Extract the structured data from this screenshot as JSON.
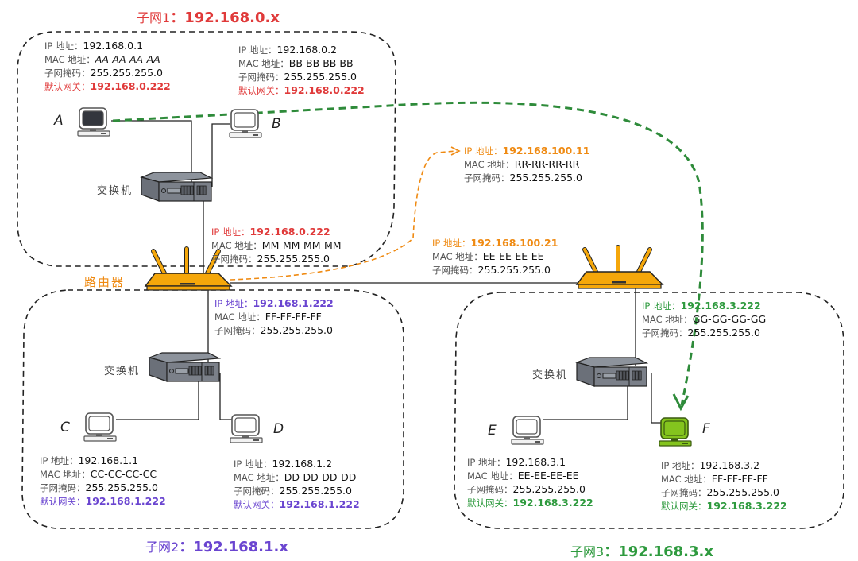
{
  "subnets": [
    {
      "name": "子网1",
      "range": "192.168.0.x",
      "color": "#e03a3a"
    },
    {
      "name": "子网2",
      "range": "192.168.1.x",
      "color": "#6a45d0"
    },
    {
      "name": "子网3",
      "range": "192.168.3.x",
      "color": "#2e9a3e"
    }
  ],
  "labels": {
    "ip": "IP 地址：",
    "mac": "MAC 地址：",
    "mask": "子网掩码：",
    "gateway": "默认网关：",
    "switch": "交换机",
    "router": "路由器"
  },
  "hosts": {
    "A": {
      "label": "A",
      "ip": "192.168.0.1",
      "mac": "AA-AA-AA-AA",
      "mask": "255.255.255.0",
      "gateway": "192.168.0.222"
    },
    "B": {
      "label": "B",
      "ip": "192.168.0.2",
      "mac": "BB-BB-BB-BB",
      "mask": "255.255.255.0",
      "gateway": "192.168.0.222"
    },
    "C": {
      "label": "C",
      "ip": "192.168.1.1",
      "mac": "CC-CC-CC-CC",
      "mask": "255.255.255.0",
      "gateway": "192.168.1.222"
    },
    "D": {
      "label": "D",
      "ip": "192.168.1.2",
      "mac": "DD-DD-DD-DD",
      "mask": "255.255.255.0",
      "gateway": "192.168.1.222"
    },
    "E": {
      "label": "E",
      "ip": "192.168.3.1",
      "mac": "EE-EE-EE-EE",
      "mask": "255.255.255.0",
      "gateway": "192.168.3.222"
    },
    "F": {
      "label": "F",
      "ip": "192.168.3.2",
      "mac": "FF-FF-FF-FF",
      "mask": "255.255.255.0",
      "gateway": "192.168.3.222"
    }
  },
  "router1": {
    "if_subnet1": {
      "ip": "192.168.0.222",
      "mac": "MM-MM-MM-MM",
      "mask": "255.255.255.0"
    },
    "if_subnet2": {
      "ip": "192.168.1.222",
      "mac": "FF-FF-FF-FF",
      "mask": "255.255.255.0"
    },
    "if_wan": {
      "ip": "192.168.100.11",
      "mac": "RR-RR-RR-RR",
      "mask": "255.255.255.0"
    }
  },
  "router2": {
    "if_wan": {
      "ip": "192.168.100.21",
      "mac": "EE-EE-EE-EE",
      "mask": "255.255.255.0"
    },
    "if_subnet3": {
      "ip": "192.168.3.222",
      "mac": "GG-GG-GG-GG",
      "mask": "255.255.255.0"
    }
  },
  "colors": {
    "router": "#f5a70a",
    "switch": "#6b7079",
    "path_arrow": "#2e8b3a",
    "wan_arrow": "#ef8a12",
    "highlight_host": "#84c41e"
  }
}
